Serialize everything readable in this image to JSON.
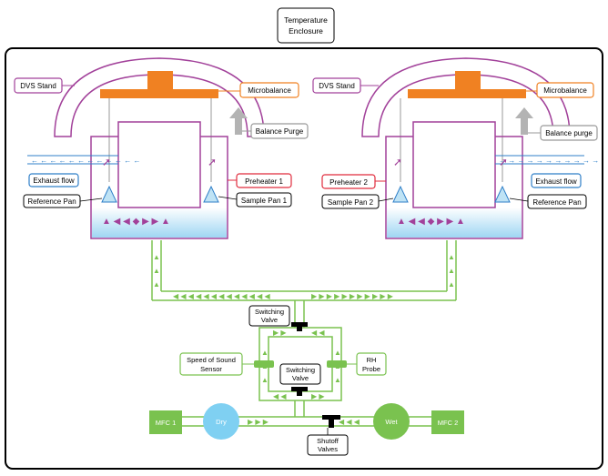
{
  "enclosure": {
    "title_line1": "Temperature",
    "title_line2": "Enclosure"
  },
  "left_unit": {
    "dvs_stand": "DVS Stand",
    "microbalance": "Microbalance",
    "balance_purge": "Balance Purge",
    "exhaust_flow": "Exhaust flow",
    "preheater": "Preheater 1",
    "reference_pan": "Reference Pan",
    "sample_pan": "Sample Pan 1"
  },
  "right_unit": {
    "dvs_stand": "DVS Stand",
    "microbalance": "Microbalance",
    "balance_purge": "Balance purge",
    "exhaust_flow": "Exhaust flow",
    "preheater": "Preheater 2",
    "sample_pan": "Sample Pan 2",
    "reference_pan": "Reference Pan"
  },
  "switching_valve_top": {
    "line1": "Switching",
    "line2": "Valve"
  },
  "switching_valve_mid": {
    "line1": "Switching",
    "line2": "Valve"
  },
  "speed_of_sound": {
    "line1": "Speed of Sound",
    "line2": "Sensor"
  },
  "rh_probe": {
    "line1": "RH",
    "line2": "Probe"
  },
  "mfc1": "MFC 1",
  "mfc2": "MFC 2",
  "dry": "Dry",
  "wet": "Wet",
  "shutoff": {
    "line1": "Shutoff",
    "line2": "Valves"
  },
  "colors": {
    "purple": "#a2419a",
    "orange": "#f08122",
    "red": "#e02b3c",
    "green": "#7ac24f",
    "blue": "#2f7fc8",
    "light_blue": "#8fd0f0",
    "black": "#000000"
  }
}
